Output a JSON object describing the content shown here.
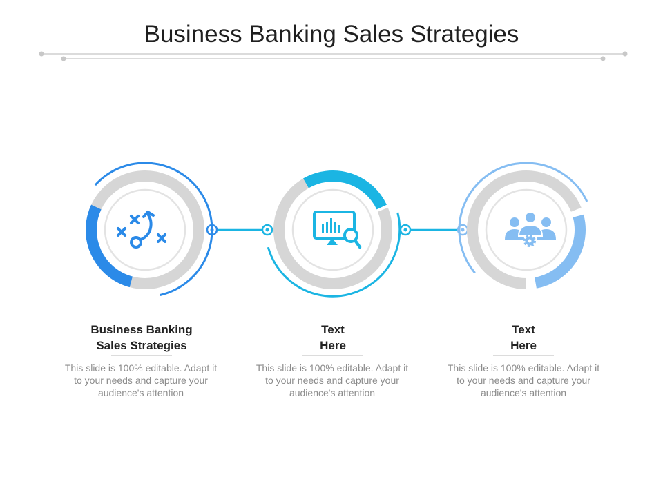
{
  "slide": {
    "title": "Business Banking Sales Strategies"
  },
  "colors": {
    "blue": "#2b8ae8",
    "cyan": "#1bb5e3",
    "light_blue": "#85bdf2",
    "ring_gray": "#d6d6d6",
    "rule_gray": "#cfcfcf"
  },
  "items": [
    {
      "title_line1": "Business Banking",
      "title_line2": "Sales Strategies",
      "description": "This slide is 100% editable. Adapt it to your needs and capture your audience's attention",
      "icon": "strategy-play-icon",
      "accent": "#2b8ae8"
    },
    {
      "title_line1": "Text",
      "title_line2": "Here",
      "description": "This slide is 100% editable. Adapt it to your needs and capture your audience's attention",
      "icon": "monitor-analytics-icon",
      "accent": "#1bb5e3"
    },
    {
      "title_line1": "Text",
      "title_line2": "Here",
      "description": "This slide is 100% editable. Adapt it to your needs and capture your audience's attention",
      "icon": "team-settings-icon",
      "accent": "#85bdf2"
    }
  ]
}
